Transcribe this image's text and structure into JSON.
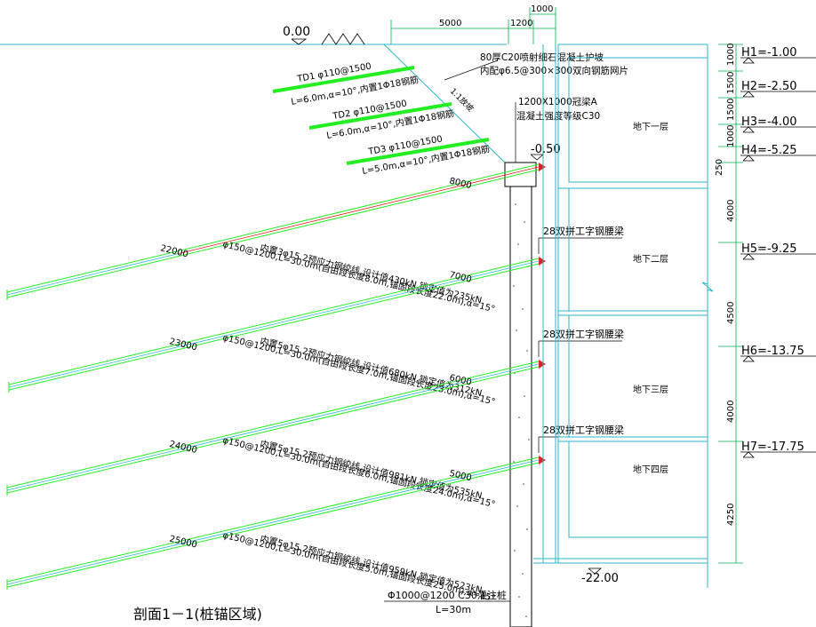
{
  "colors": {
    "background": "#ffffff",
    "ground_line": "#2bb6c8",
    "structure": "#2bb6c8",
    "anchor_green": "#22ee22",
    "anchor_red": "#dd2222",
    "dimension": "#00b050",
    "text": "#000000",
    "pile_fill": "#ffffff"
  },
  "ground_level": "0.00",
  "top_dims": {
    "d5000": "5000",
    "d1200": "1200",
    "d1000": "1000"
  },
  "slope": {
    "ratio": "1:1放坡",
    "note_line1": "80厚C20喷射细石混凝土护坡",
    "note_line2": "内配φ6.5@300×300双向钢筋网片"
  },
  "crown_beam": {
    "line1": "1200X1000冠梁A",
    "line2": "混凝土强度等级C30",
    "elev": "-0.50"
  },
  "soil_nails": [
    {
      "id": "TD1",
      "line1": "TD1  φ110@1500",
      "line2": "L=6.0m,α=10°,内置1Φ18钢筋"
    },
    {
      "id": "TD2",
      "line1": "TD2  φ110@1500",
      "line2": "L=6.0m,α=10°,内置1Φ18钢筋"
    },
    {
      "id": "TD3",
      "line1": "TD3  φ110@1500",
      "line2": "L=5.0m,α=10°,内置1Φ18钢筋"
    }
  ],
  "anchors": [
    {
      "total_len": "22000",
      "bond_len": "8000",
      "line1": "φ150@1200,L=30.0m(自由段长度8.0m,锚固段长度22.0m),α=15°",
      "line2": "内置3φ15.2预应力钢绞线,设计值430kN,锁定值为235kN",
      "waler": ""
    },
    {
      "total_len": "23000",
      "bond_len": "7000",
      "line1": "φ150@1200,L=30.0m(自由段长度7.0m,锚固段长度23.0m),α=15°",
      "line2": "内置5φ15.2预应力钢绞线,设计值680kN,锁定值为312kN",
      "waler": "28双拼工字钢腰梁"
    },
    {
      "total_len": "24000",
      "bond_len": "6000",
      "line1": "φ150@1200,L=30.0m(自由段长度6.0m,锚固段长度24.0m),α=15°",
      "line2": "内置5φ15.2预应力钢绞线,设计值981kN,锁定值为535kN",
      "waler": "28双拼工字钢腰梁"
    },
    {
      "total_len": "25000",
      "bond_len": "5000",
      "line1": "φ150@1200,L=30.0m(自由段长度5.0m,锚固段长度25.0m),α=15°",
      "line2": "内置5φ15.2预应力钢绞线,设计值959kN,锁定值为523kN",
      "waler": "28双拼工字钢腰梁"
    }
  ],
  "floors": [
    "地下一层",
    "地下二层",
    "地下三层",
    "地下四层"
  ],
  "levels": [
    "H1=-1.00",
    "H2=-2.50",
    "H3=-4.00",
    "H4=-5.25",
    "H5=-9.25",
    "H6=-13.75",
    "H7=-17.75"
  ],
  "side_dims": [
    "1000",
    "1500",
    "1500",
    "1000",
    "250",
    "4000",
    "4500",
    "4000",
    "4250"
  ],
  "bottom_elev": "-22.00",
  "pile": {
    "line1": "Φ1000@1200 C30灌注桩",
    "line2": "L=30m"
  },
  "section_title": "剖面1－1(桩锚区域)"
}
